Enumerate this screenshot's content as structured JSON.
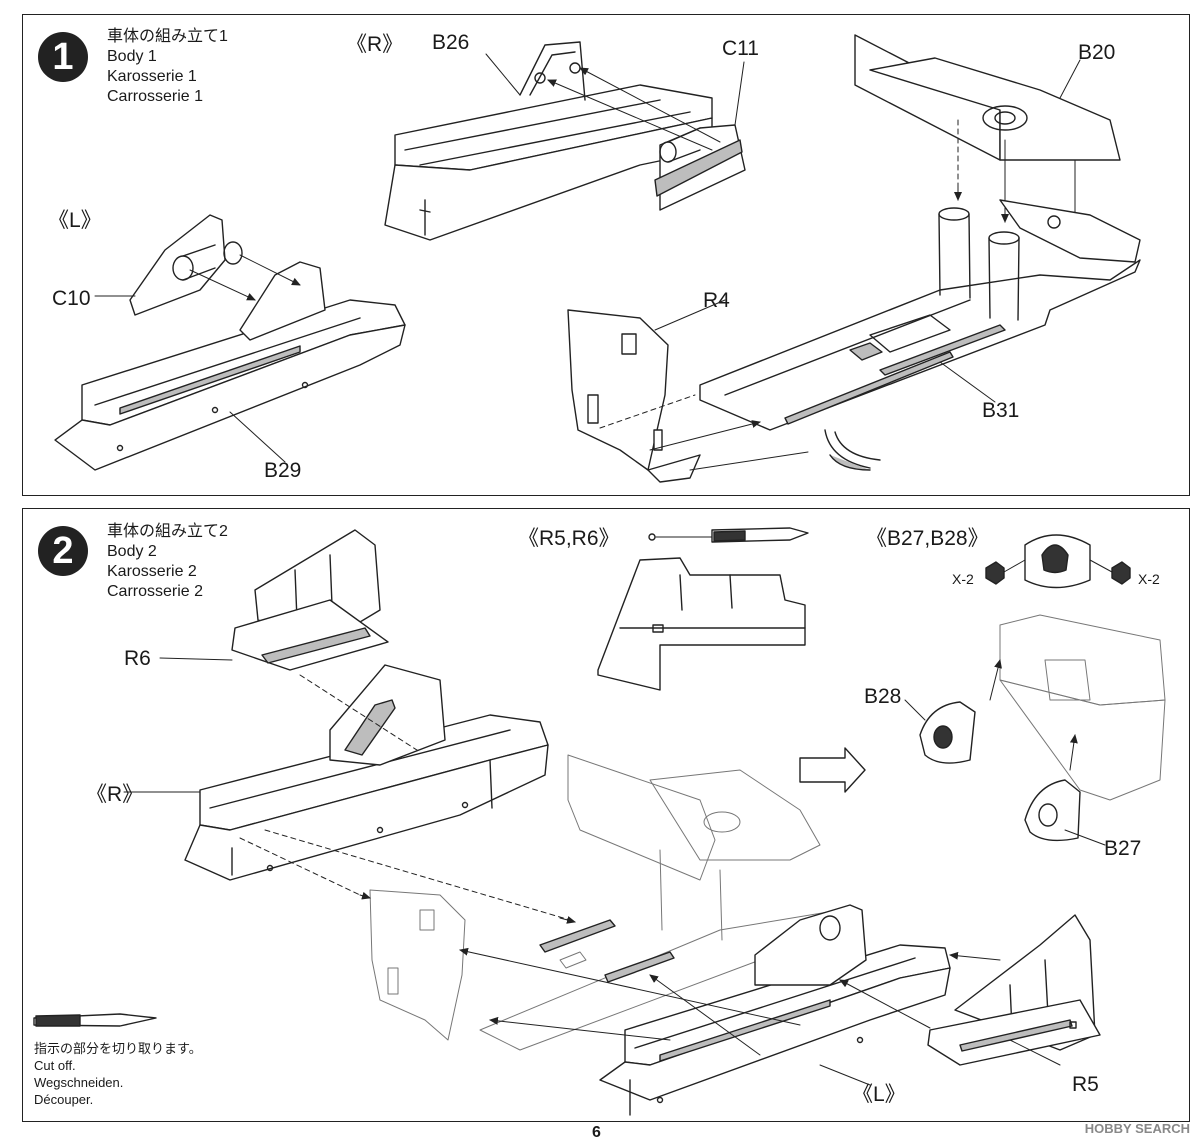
{
  "steps": [
    {
      "number": "1",
      "title_ja": "車体の組み立て1",
      "title_en": "Body 1",
      "title_de": "Karosserie 1",
      "title_fr": "Carrosserie 1"
    },
    {
      "number": "2",
      "title_ja": "車体の組み立て2",
      "title_en": "Body 2",
      "title_de": "Karosserie 2",
      "title_fr": "Carrosserie 2"
    }
  ],
  "step1_labels": {
    "right": "《R》",
    "left": "《L》",
    "b26": "B26",
    "c11": "C11",
    "b20": "B20",
    "c10": "C10",
    "b29": "B29",
    "r4": "R4",
    "b31": "B31"
  },
  "step2_labels": {
    "r6": "R6",
    "right": "《R》",
    "left": "《L》",
    "r5r6": "《R5,R6》",
    "b27b28": "《B27,B28》",
    "x2_left": "X-2",
    "x2_right": "X-2",
    "b28": "B28",
    "b27": "B27",
    "r5": "R5"
  },
  "cut_note": {
    "ja": "指示の部分を切り取ります。",
    "en": "Cut off.",
    "de": "Wegschneiden.",
    "fr": "Découper."
  },
  "page_number": "6",
  "watermark": "HOBBY SEARCH"
}
